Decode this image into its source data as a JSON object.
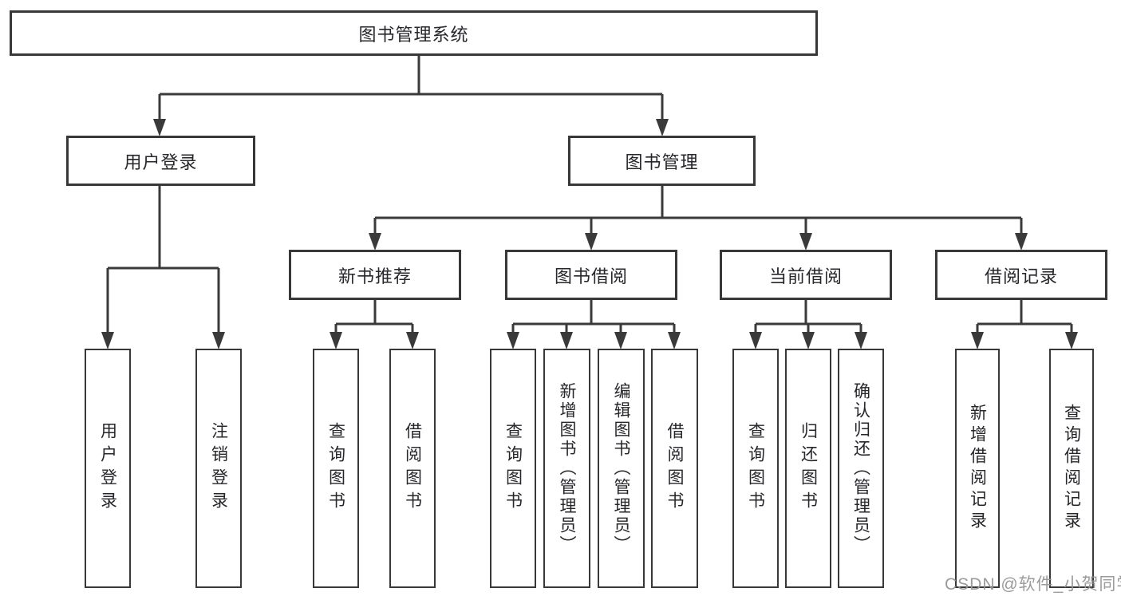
{
  "diagram": {
    "title": "图书管理系统",
    "root": {
      "label": "图书管理系统"
    },
    "level2": [
      {
        "label": "用户登录",
        "children": [
          {
            "label": "用户登录"
          },
          {
            "label": "注销登录"
          }
        ]
      },
      {
        "label": "图书管理",
        "children": [
          {
            "label": "新书推荐",
            "children": [
              {
                "label": "查询图书"
              },
              {
                "label": "借阅图书"
              }
            ]
          },
          {
            "label": "图书借阅",
            "children": [
              {
                "label": "查询图书"
              },
              {
                "label": "新增图书（管理员）"
              },
              {
                "label": "编辑图书（管理员）"
              },
              {
                "label": "借阅图书"
              }
            ]
          },
          {
            "label": "当前借阅",
            "children": [
              {
                "label": "查询图书"
              },
              {
                "label": "归还图书"
              },
              {
                "label": "确认归还（管理员）"
              }
            ]
          },
          {
            "label": "借阅记录",
            "children": [
              {
                "label": "新增借阅记录"
              },
              {
                "label": "查询借阅记录"
              }
            ]
          }
        ]
      }
    ]
  },
  "watermark": {
    "text": "CSDN @软件_小贺同学"
  },
  "colors": {
    "line": "#3a3a3a",
    "box_border": "#383838",
    "text": "#26262b",
    "watermark": "#969696",
    "background": "#ffffff"
  }
}
